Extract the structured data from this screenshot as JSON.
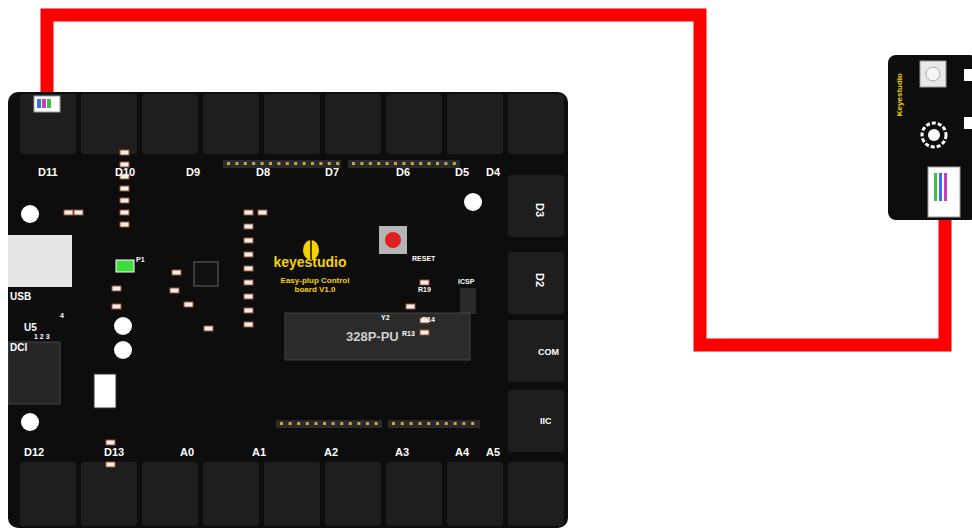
{
  "diagram": {
    "nodes": [
      {
        "text": [
          "keyestudio",
          "Easy-plup Control board V1.0"
        ]
      },
      {
        "text": [
          "D11"
        ],
        "in": 0
      },
      {
        "text": [
          "Keyestudio"
        ]
      }
    ],
    "edges": [
      {
        "from": 1,
        "to": 2,
        "arrow": "none"
      }
    ],
    "labels": [
      "D10",
      "D9",
      "D8",
      "D7",
      "D6",
      "D5",
      "D4",
      "D3",
      "D2",
      "COM",
      "IIC",
      "D12",
      "D13",
      "A0",
      "A1",
      "A2",
      "A3",
      "A4",
      "A5",
      "USB",
      "DCI",
      "U5",
      "328P-PU",
      "RESET",
      "ICSP",
      "P1",
      "R19",
      "R14",
      "Y2",
      "R13",
      "1 2 3",
      "4"
    ]
  }
}
